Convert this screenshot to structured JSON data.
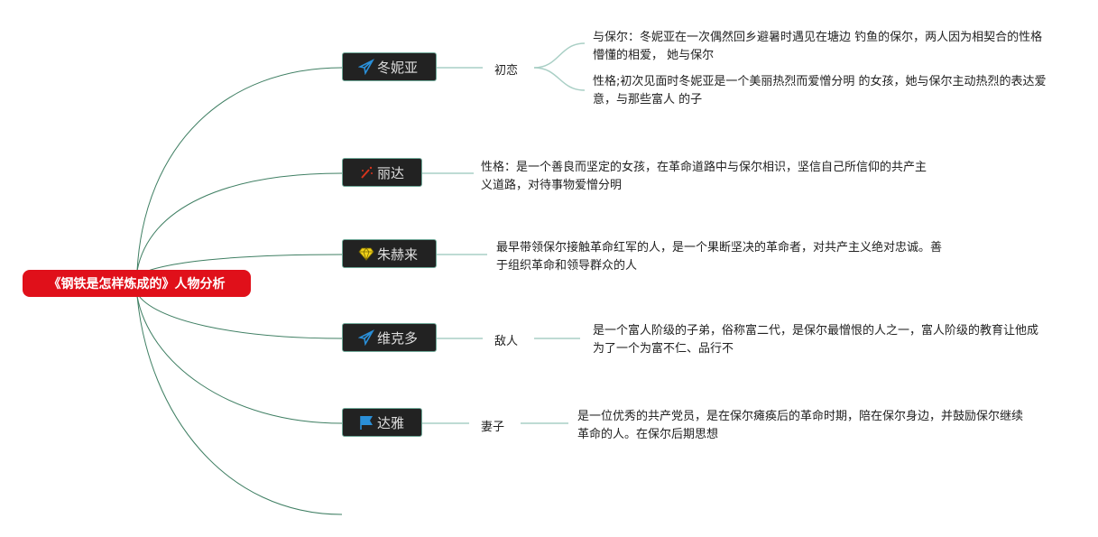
{
  "root": {
    "title": "《钢铁是怎样炼成的》人物分析"
  },
  "nodes": [
    {
      "name": "冬妮亚",
      "icon": "paper-plane-icon",
      "relation": "初恋",
      "details": [
        "与保尔：冬妮亚在一次偶然回乡避暑时遇见在塘边 钓鱼的保尔，两人因为相契合的性格懵懂的相爱， 她与保尔",
        "性格;初次见面时冬妮亚是一个美丽热烈而爱憎分明 的女孩，她与保尔主动热烈的表达爱意，与那些富人 的子"
      ]
    },
    {
      "name": "丽达",
      "icon": "magic-wand-icon",
      "details": [
        "性格：是一个善良而坚定的女孩，在革命道路中与保尔相识，坚信自己所信仰的共产主义道路，对待事物爱憎分明"
      ]
    },
    {
      "name": "朱赫来",
      "icon": "diamond-icon",
      "details": [
        "最早带领保尔接触革命红军的人，是一个果断坚决的革命者，对共产主义绝对忠诚。善于组织革命和领导群众的人"
      ]
    },
    {
      "name": "维克多",
      "icon": "paper-plane-icon",
      "relation": "敌人",
      "details": [
        "是一个富人阶级的子弟，俗称富二代，是保尔最憎恨的人之一，富人阶级的教育让他成为了一个为富不仁、品行不"
      ]
    },
    {
      "name": "达雅",
      "icon": "flag-icon",
      "relation": "妻子",
      "details": [
        "是一位优秀的共产党员，是在保尔瘫痪后的革命时期，陪在保尔身边，并鼓励保尔继续革命的人。在保尔后期思想"
      ]
    }
  ],
  "colors": {
    "root": "#e0101a",
    "branch": "#3f7f63",
    "sub": "#a9cfc5",
    "node_bg": "#222222"
  }
}
